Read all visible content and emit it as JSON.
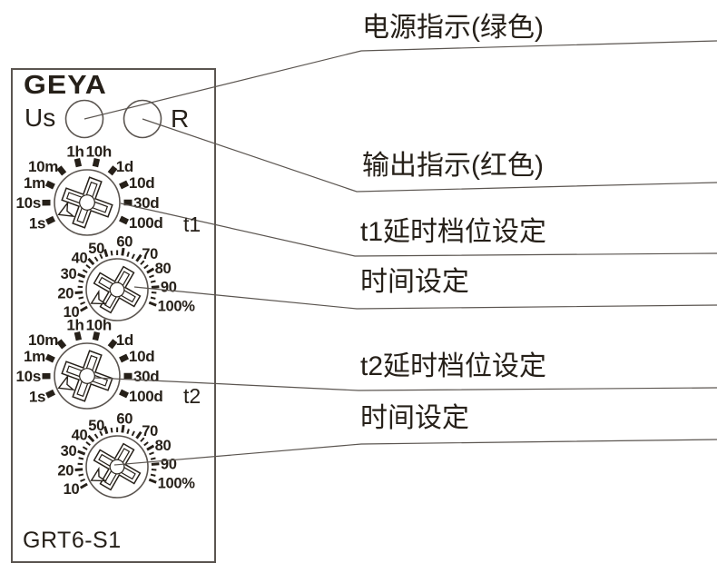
{
  "device": {
    "brand": "GEYA",
    "model": "GRT6-S1",
    "power_led_label": "Us",
    "output_led_label": "R",
    "dial_section_labels": {
      "t1": "t1",
      "t2": "t2"
    },
    "time_scale_labels": [
      "1s",
      "10s",
      "1m",
      "10m",
      "1h",
      "10h",
      "1d",
      "10d",
      "30d",
      "100d"
    ],
    "percent_scale_labels": [
      "10",
      "20",
      "30",
      "40",
      "50",
      "60",
      "70",
      "80",
      "90",
      "100%"
    ]
  },
  "annotations": [
    {
      "text": "电源指示(绿色)"
    },
    {
      "text": "输出指示(红色)"
    },
    {
      "text": "t1延时档位设定"
    },
    {
      "text": "时间设定"
    },
    {
      "text": "t2延时档位设定"
    },
    {
      "text": "时间设定"
    }
  ],
  "colors": {
    "ink": "#262019",
    "line": "#5b5550",
    "background": "#ffffff"
  }
}
